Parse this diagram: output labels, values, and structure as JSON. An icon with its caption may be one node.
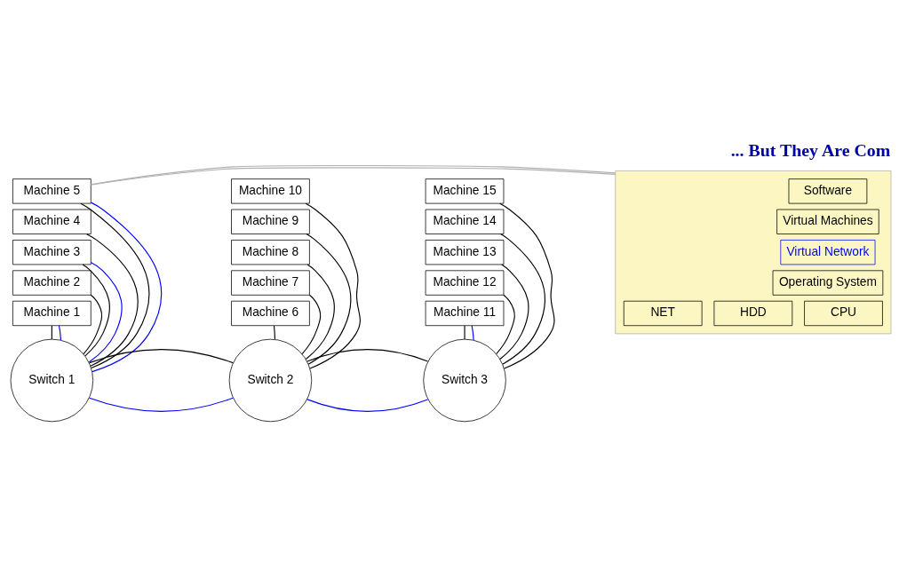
{
  "diagram": {
    "title": "... But They Are Com",
    "nodes": [
      {
        "text": [
          "Machine 5"
        ]
      },
      {
        "text": [
          "Machine 4"
        ]
      },
      {
        "text": [
          "Machine 3"
        ]
      },
      {
        "text": [
          "Machine 2"
        ]
      },
      {
        "text": [
          "Machine 1"
        ]
      },
      {
        "text": [],
        "shape": "box"
      },
      {
        "text": [
          "Software"
        ],
        "in": 5
      },
      {
        "text": [
          "Virtual Machines"
        ],
        "in": 5
      },
      {
        "text": [
          "Virtual Network"
        ],
        "in": 5
      },
      {
        "text": [
          "Operating System"
        ],
        "in": 5
      },
      {
        "text": [
          "CPU"
        ],
        "in": 5
      },
      {
        "text": [
          "HDD"
        ],
        "in": 5
      },
      {
        "text": [
          "NET"
        ],
        "in": 5
      },
      {
        "text": [
          "Machine 10"
        ]
      },
      {
        "text": [
          "Machine 9"
        ]
      },
      {
        "text": [
          "Machine 8"
        ]
      },
      {
        "text": [
          "Machine 7"
        ]
      },
      {
        "text": [
          "Machine 6"
        ]
      },
      {
        "text": [
          "Machine 15"
        ]
      },
      {
        "text": [
          "Machine 14"
        ]
      },
      {
        "text": [
          "Machine 13"
        ]
      },
      {
        "text": [
          "Machine 12"
        ]
      },
      {
        "text": [
          "Machine 11"
        ]
      },
      {
        "text": [
          "Switch 1"
        ]
      },
      {
        "text": [
          "Switch 2"
        ]
      },
      {
        "text": [
          "Switch 3"
        ]
      }
    ],
    "edges": [
      {
        "from": 0,
        "to": 5,
        "arrow": "none",
        "color": "#b0b0b0"
      },
      {
        "from": 0,
        "to": 5,
        "arrow": "none",
        "color": "#b0b0b0"
      },
      {
        "from": 0,
        "to": 23,
        "arrow": "none"
      },
      {
        "from": 1,
        "to": 23,
        "arrow": "none"
      },
      {
        "from": 2,
        "to": 23,
        "arrow": "none"
      },
      {
        "from": 3,
        "to": 23,
        "arrow": "none"
      },
      {
        "from": 4,
        "to": 23,
        "arrow": "none"
      },
      {
        "from": 0,
        "to": 23,
        "arrow": "none",
        "color": "#0000ff"
      },
      {
        "from": 2,
        "to": 23,
        "arrow": "none",
        "color": "#0000ff"
      },
      {
        "from": 4,
        "to": 23,
        "arrow": "none",
        "color": "#0000ff"
      },
      {
        "from": 13,
        "to": 24,
        "arrow": "none"
      },
      {
        "from": 14,
        "to": 24,
        "arrow": "none"
      },
      {
        "from": 15,
        "to": 24,
        "arrow": "none"
      },
      {
        "from": 16,
        "to": 24,
        "arrow": "none"
      },
      {
        "from": 17,
        "to": 24,
        "arrow": "none"
      },
      {
        "from": 18,
        "to": 25,
        "arrow": "none"
      },
      {
        "from": 19,
        "to": 25,
        "arrow": "none"
      },
      {
        "from": 20,
        "to": 25,
        "arrow": "none"
      },
      {
        "from": 21,
        "to": 25,
        "arrow": "none"
      },
      {
        "from": 22,
        "to": 25,
        "arrow": "none"
      },
      {
        "from": 22,
        "to": 25,
        "arrow": "none",
        "color": "#0000ff"
      },
      {
        "from": 23,
        "to": 24,
        "arrow": "none",
        "color": "#0000ff"
      },
      {
        "from": 24,
        "to": 25,
        "arrow": "none",
        "color": "#0000ff"
      },
      {
        "from": 23,
        "to": 24,
        "arrow": "none"
      },
      {
        "from": 24,
        "to": 25,
        "arrow": "none"
      }
    ]
  }
}
